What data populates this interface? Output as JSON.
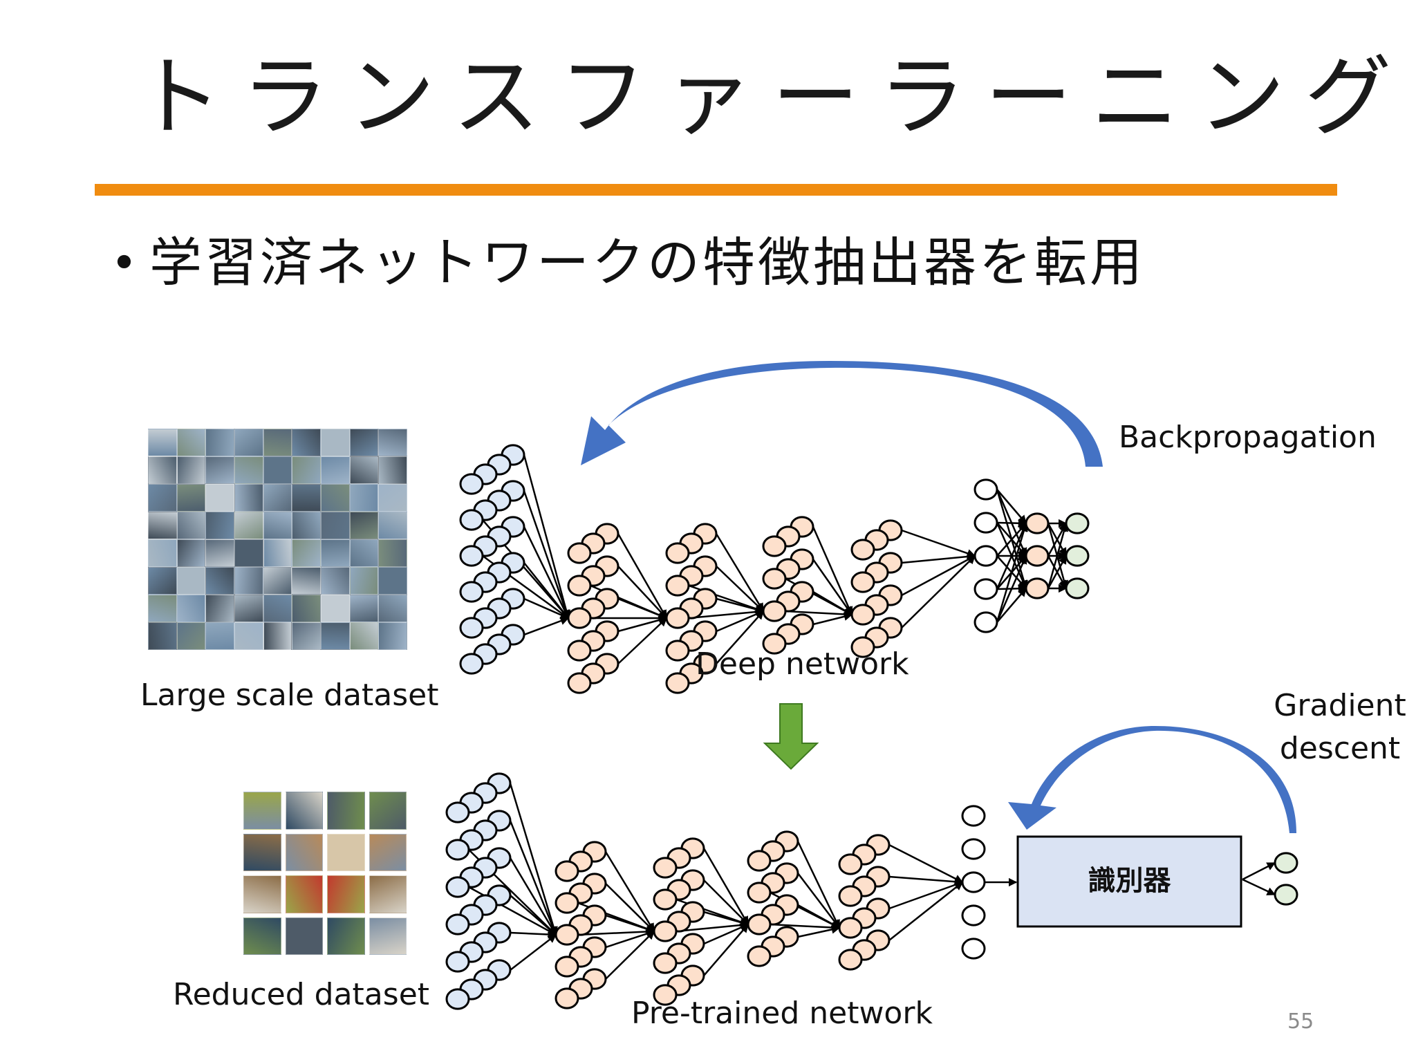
{
  "slide": {
    "title": "トランスファーラーニング",
    "bullet": "学習済ネットワークの特徴抽出器を転用",
    "page_number": "55",
    "accent_color": "#f08c10"
  },
  "labels": {
    "backpropagation": "Backpropagation",
    "deep_network": "Deep network",
    "large_dataset": "Large scale dataset",
    "gradient_line1": "Gradient",
    "gradient_line2": "descent",
    "reduced_dataset": "Reduced dataset",
    "pretrained": "Pre-trained network",
    "classifier": "識別器"
  },
  "colors": {
    "input_node": "#dde8f6",
    "hidden_node": "#fde0cc",
    "output_node": "#e2efdc",
    "curved_arrow": "#4472c4",
    "down_arrow": "#6aaa3a",
    "classifier_box": "#dae3f3"
  }
}
